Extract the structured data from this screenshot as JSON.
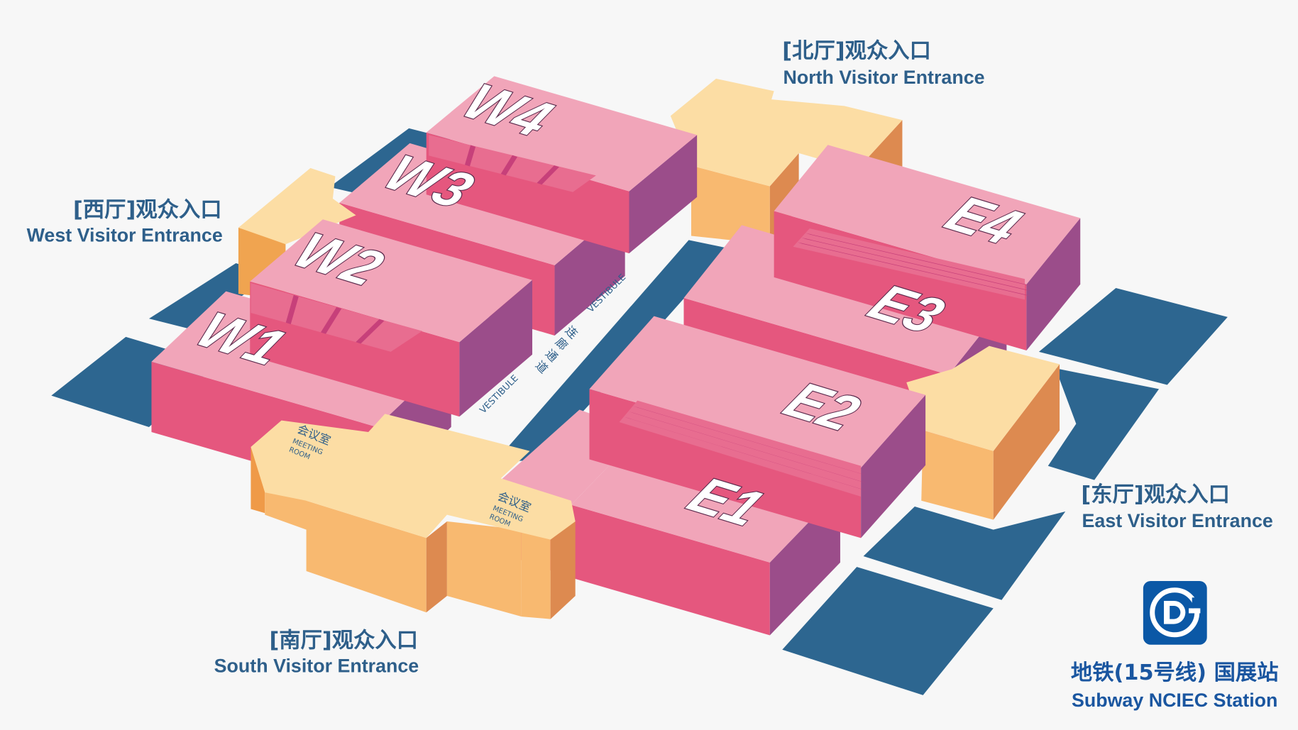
{
  "colors": {
    "background": "#f7f7f7",
    "ground": "#2d6690",
    "hall_top": "#f1a5b9",
    "hall_front": "#e5577e",
    "hall_side": "#9b4d8a",
    "entrance_top": "#fcdda4",
    "entrance_front": "#f8b970",
    "entrance_side": "#dd8a50",
    "label": "#2e5f8a",
    "subway": "#0b58a6"
  },
  "halls": [
    {
      "id": "W1",
      "label": "W1"
    },
    {
      "id": "W2",
      "label": "W2"
    },
    {
      "id": "W3",
      "label": "W3"
    },
    {
      "id": "W4",
      "label": "W4"
    },
    {
      "id": "E1",
      "label": "E1"
    },
    {
      "id": "E2",
      "label": "E2"
    },
    {
      "id": "E3",
      "label": "E3"
    },
    {
      "id": "E4",
      "label": "E4"
    }
  ],
  "entrances": {
    "north": {
      "cn": "[北厅]观众入口",
      "en": "North Visitor Entrance"
    },
    "west": {
      "cn": "[西厅]观众入口",
      "en": "West Visitor Entrance"
    },
    "east": {
      "cn": "[东厅]观众入口",
      "en": "East Visitor Entrance"
    },
    "south": {
      "cn": "[南厅]观众入口",
      "en": "South Visitor Entrance"
    }
  },
  "meeting_room": {
    "cn": "会议室",
    "en1": "MEETING",
    "en2": "ROOM"
  },
  "corridor": {
    "cn": [
      "连",
      "廊",
      "通",
      "道"
    ],
    "en": "VESTIBULE"
  },
  "subway": {
    "icon": "beijing-subway-logo",
    "cn": "地铁(15号线) 国展站",
    "en": "Subway NCIEC Station"
  }
}
